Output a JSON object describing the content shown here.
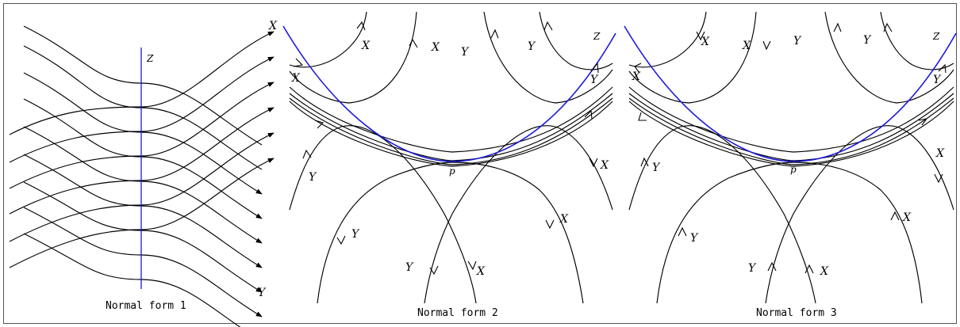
{
  "panels": [
    {
      "caption": "Normal form 1",
      "labels": {
        "x": "X",
        "y": "Y",
        "z": "Z"
      }
    },
    {
      "caption": "Normal form 2",
      "labels": {
        "x": "X",
        "y": "Y",
        "z": "Z",
        "p": "p"
      }
    },
    {
      "caption": "Normal form 3",
      "labels": {
        "x": "X",
        "y": "Y",
        "z": "Z",
        "p": "p"
      }
    }
  ],
  "colors": {
    "distinguished_curve": "#1a1adb",
    "curves": "#000000",
    "frame": "#555555"
  }
}
